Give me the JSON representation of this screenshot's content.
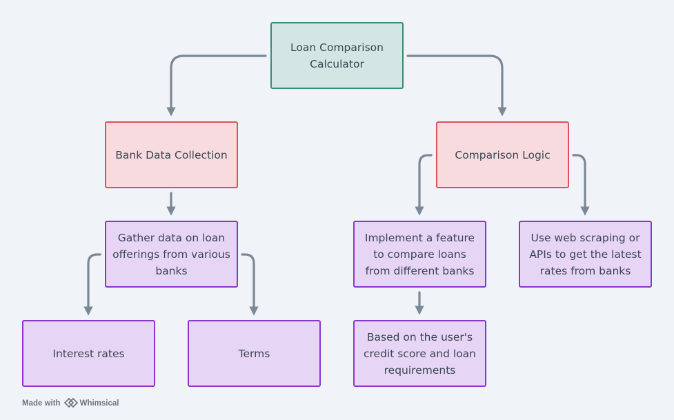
{
  "diagram": {
    "root": {
      "label": "Loan Comparison Calculator"
    },
    "branches": [
      {
        "label": "Bank Data Collection",
        "children": [
          {
            "label": "Gather data on loan offerings from various banks",
            "children": [
              {
                "label": "Interest rates"
              },
              {
                "label": "Terms"
              }
            ]
          }
        ]
      },
      {
        "label": "Comparison Logic",
        "children": [
          {
            "label": "Implement a feature to compare loans from different banks",
            "children": [
              {
                "label": "Based on the user's credit score and loan requirements"
              }
            ]
          },
          {
            "label": "Use web scraping or APIs to get the latest rates from banks"
          }
        ]
      }
    ]
  },
  "colors": {
    "background": "#f0f3f7",
    "connector": "#7b8896",
    "root_fill": "#d4e6e3",
    "root_border": "#3d8a73",
    "category_fill": "#f8dbdf",
    "category_border": "#d9535c",
    "leaf_fill": "#e7d5f5",
    "leaf_border": "#8a35cc"
  },
  "footer": {
    "made_with": "Made with",
    "brand": "Whimsical"
  }
}
